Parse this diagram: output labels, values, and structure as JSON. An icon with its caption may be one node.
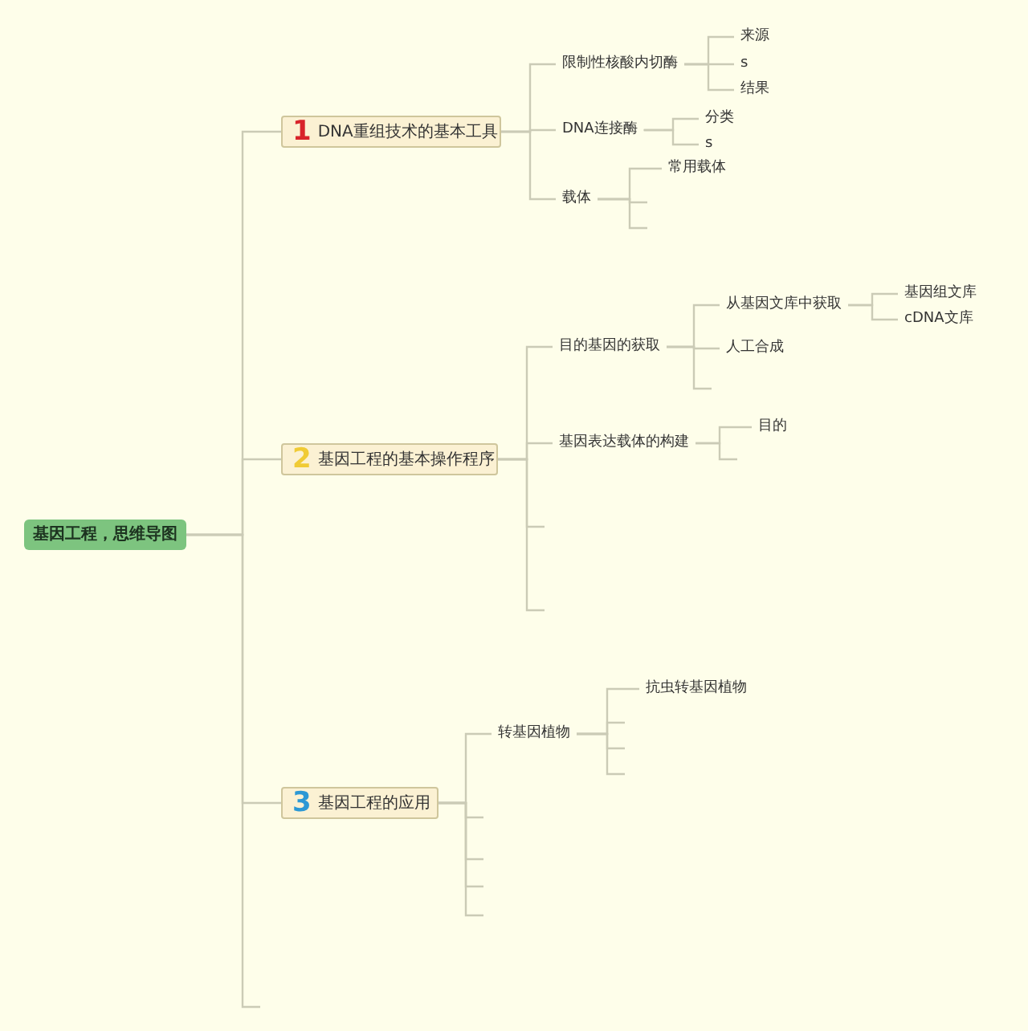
{
  "diagram": {
    "nodes": [
      {
        "text": [
          "基因工程，思维导图"
        ]
      },
      {
        "text": [
          "1",
          "DNA重组技术的基本工具"
        ]
      },
      {
        "text": [
          "限制性核酸内切酶"
        ]
      },
      {
        "text": [
          "来源"
        ]
      },
      {
        "text": [
          "s"
        ]
      },
      {
        "text": [
          "结果"
        ]
      },
      {
        "text": [
          "DNA连接酶"
        ]
      },
      {
        "text": [
          "分类"
        ]
      },
      {
        "text": [
          "s"
        ]
      },
      {
        "text": [
          "载体"
        ]
      },
      {
        "text": [
          "常用载体"
        ]
      },
      {
        "text": [
          "2",
          "基因工程的基本操作程序"
        ]
      },
      {
        "text": [
          "目的基因的获取"
        ]
      },
      {
        "text": [
          "从基因文库中获取"
        ]
      },
      {
        "text": [
          "基因组文库"
        ]
      },
      {
        "text": [
          "cDNA文库"
        ]
      },
      {
        "text": [
          "人工合成"
        ]
      },
      {
        "text": [
          "基因表达载体的构建"
        ]
      },
      {
        "text": [
          "目的"
        ]
      },
      {
        "text": [
          "3",
          "基因工程的应用"
        ]
      },
      {
        "text": [
          "转基因植物"
        ]
      },
      {
        "text": [
          "抗虫转基因植物"
        ]
      }
    ],
    "edges": [
      {
        "from": 0,
        "to": 1,
        "arrow": "none"
      },
      {
        "from": 0,
        "to": 11,
        "arrow": "none"
      },
      {
        "from": 0,
        "to": 19,
        "arrow": "none"
      },
      {
        "from": 0,
        "to": null,
        "arrow": "none"
      },
      {
        "from": 1,
        "to": 2,
        "arrow": "none"
      },
      {
        "from": 1,
        "to": 6,
        "arrow": "none"
      },
      {
        "from": 1,
        "to": 9,
        "arrow": "none"
      },
      {
        "from": 2,
        "to": 3,
        "arrow": "none"
      },
      {
        "from": 2,
        "to": 4,
        "arrow": "none"
      },
      {
        "from": 2,
        "to": 5,
        "arrow": "none"
      },
      {
        "from": 6,
        "to": 7,
        "arrow": "none"
      },
      {
        "from": 6,
        "to": 8,
        "arrow": "none"
      },
      {
        "from": 9,
        "to": 10,
        "arrow": "none"
      },
      {
        "from": 9,
        "to": null,
        "arrow": "none"
      },
      {
        "from": 9,
        "to": null,
        "arrow": "none"
      },
      {
        "from": 11,
        "to": 12,
        "arrow": "none"
      },
      {
        "from": 11,
        "to": 17,
        "arrow": "none"
      },
      {
        "from": 11,
        "to": null,
        "arrow": "none"
      },
      {
        "from": 11,
        "to": null,
        "arrow": "none"
      },
      {
        "from": 12,
        "to": 13,
        "arrow": "none"
      },
      {
        "from": 12,
        "to": 16,
        "arrow": "none"
      },
      {
        "from": 12,
        "to": null,
        "arrow": "none"
      },
      {
        "from": 13,
        "to": 14,
        "arrow": "none"
      },
      {
        "from": 13,
        "to": 15,
        "arrow": "none"
      },
      {
        "from": 17,
        "to": 18,
        "arrow": "none"
      },
      {
        "from": 17,
        "to": null,
        "arrow": "none"
      },
      {
        "from": 19,
        "to": 20,
        "arrow": "none"
      },
      {
        "from": 19,
        "to": null,
        "arrow": "none"
      },
      {
        "from": 19,
        "to": null,
        "arrow": "none"
      },
      {
        "from": 19,
        "to": null,
        "arrow": "none"
      },
      {
        "from": 19,
        "to": null,
        "arrow": "none"
      },
      {
        "from": 20,
        "to": 21,
        "arrow": "none"
      },
      {
        "from": 20,
        "to": null,
        "arrow": "none"
      },
      {
        "from": 20,
        "to": null,
        "arrow": "none"
      },
      {
        "from": 20,
        "to": null,
        "arrow": "none"
      }
    ]
  }
}
